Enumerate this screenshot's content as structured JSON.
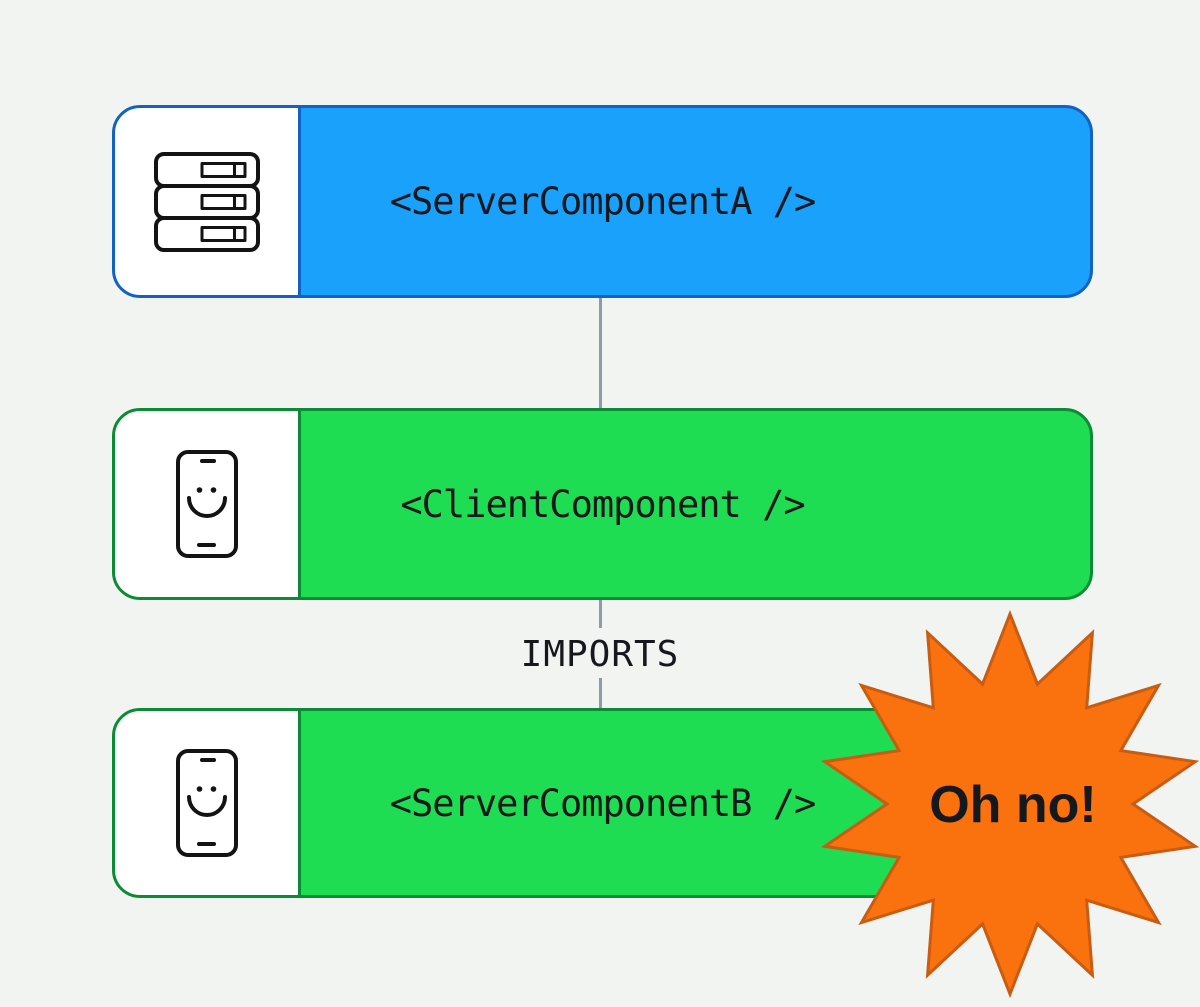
{
  "page": {
    "background_color": "#f2f4f1",
    "text_color": "#15181c",
    "icon_color": "#131313"
  },
  "boxes": [
    {
      "id": "server-component-a",
      "label": "<ServerComponentA />",
      "icon": "server-stack-icon",
      "fill": "#19a1fb",
      "border": "#1261c4",
      "section_bg": "#ffffff"
    },
    {
      "id": "client-component",
      "label": "<ClientComponent />",
      "icon": "phone-smiley-icon",
      "fill": "#1fdd52",
      "border": "#0b8b34",
      "section_bg": "#ffffff"
    },
    {
      "id": "server-component-b",
      "label": "<ServerComponentB />",
      "icon": "phone-smiley-icon",
      "fill": "#1fdd52",
      "border": "#0b8b34",
      "section_bg": "#ffffff"
    }
  ],
  "connector": {
    "label": "IMPORTS",
    "line_color": "#8f9aa8"
  },
  "starburst": {
    "label": "Oh no!",
    "fill": "#f9720d",
    "stroke": "#c75c12",
    "stroke_width": 3,
    "points": 14,
    "outer_radius": 190,
    "inner_radius": 123
  }
}
